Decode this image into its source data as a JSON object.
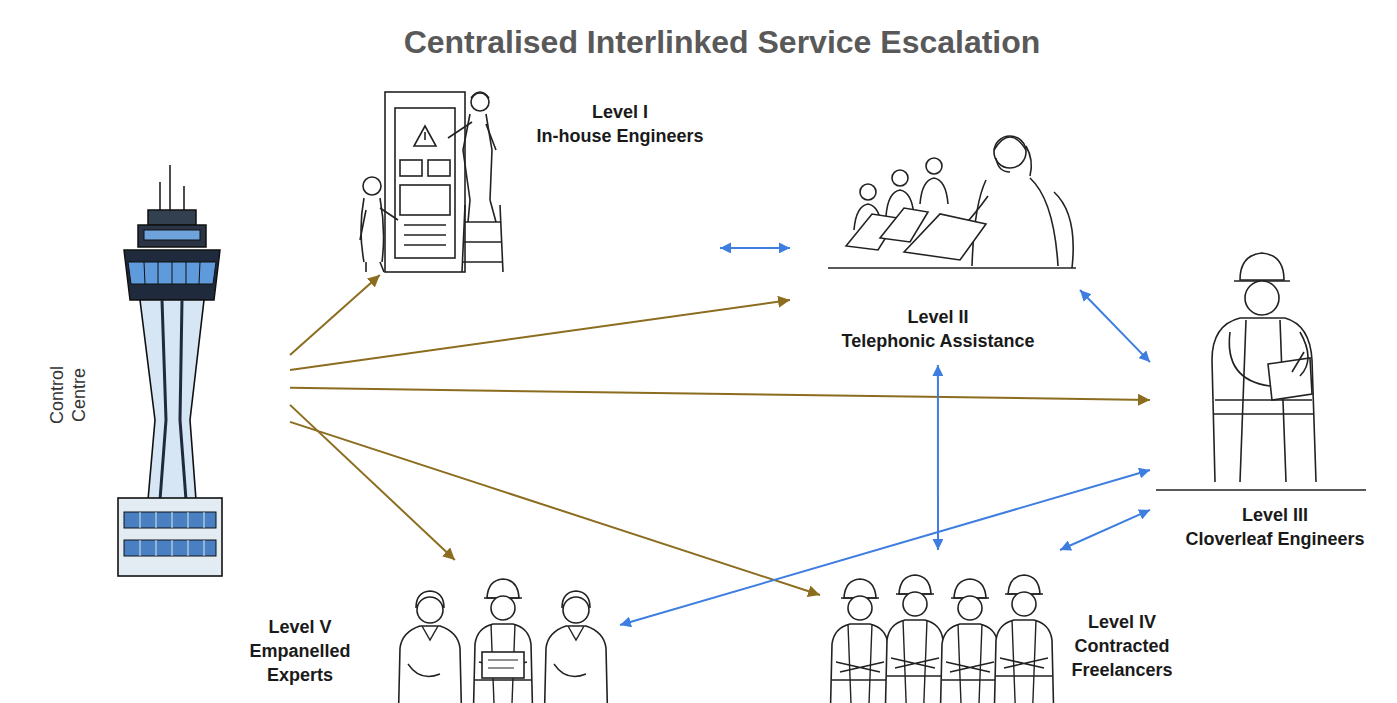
{
  "diagram": {
    "title": "Centralised Interlinked Service Escalation",
    "nodes": [
      {
        "text": [
          "Control Centre"
        ]
      },
      {
        "text": [
          "Level I",
          "In-house Engineers"
        ]
      },
      {
        "text": [
          "Level II",
          "Telephonic Assistance"
        ]
      },
      {
        "text": [
          "Level III",
          "Cloverleaf Engineers"
        ]
      },
      {
        "text": [
          "Level IV",
          "Contracted Freelancers"
        ]
      },
      {
        "text": [
          "Level V",
          "Empanelled Experts"
        ]
      }
    ],
    "edges": [
      {
        "from": 0,
        "to": 1,
        "arrow": "to"
      },
      {
        "from": 0,
        "to": 2,
        "arrow": "to"
      },
      {
        "from": 0,
        "to": 3,
        "arrow": "to"
      },
      {
        "from": 0,
        "to": 5,
        "arrow": "to"
      },
      {
        "from": 0,
        "to": 4,
        "arrow": "to"
      },
      {
        "from": 1,
        "to": 2,
        "arrow": "both"
      },
      {
        "from": 2,
        "to": 3,
        "arrow": "both"
      },
      {
        "from": 2,
        "to": 4,
        "arrow": "both"
      },
      {
        "from": 4,
        "to": 3,
        "arrow": "both"
      },
      {
        "from": 5,
        "to": 3,
        "arrow": "both"
      }
    ]
  }
}
